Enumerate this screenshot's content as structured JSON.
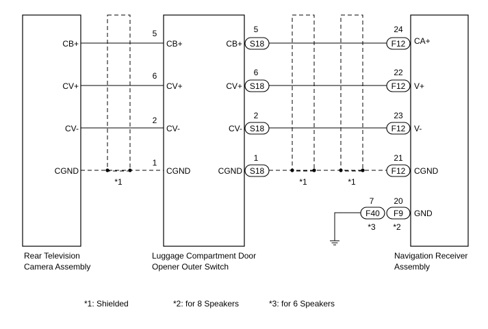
{
  "components": {
    "camera": {
      "line1": "Rear Television",
      "line2": "Camera Assembly",
      "pins": [
        "CB+",
        "CV+",
        "CV-",
        "CGND"
      ]
    },
    "switch": {
      "line1": "Luggage Compartment Door",
      "line2": "Opener Outer Switch",
      "pins_left": [
        "CB+",
        "CV+",
        "CV-",
        "CGND"
      ],
      "pins_right": [
        "CB+",
        "CV+",
        "CV-",
        "CGND"
      ]
    },
    "receiver": {
      "line1": "Navigation Receiver",
      "line2": "Assembly",
      "pins": [
        "CA+",
        "V+",
        "V-",
        "CGND",
        "GND"
      ]
    }
  },
  "wires_left": {
    "numbers": [
      "5",
      "6",
      "2",
      "1"
    ]
  },
  "connectors_s18": {
    "label": "S18",
    "numbers": [
      "5",
      "6",
      "2",
      "1"
    ]
  },
  "connectors_f12": {
    "label": "F12",
    "numbers": [
      "24",
      "22",
      "23",
      "21"
    ]
  },
  "connector_f9": {
    "label": "F9",
    "number": "20",
    "note": "*2"
  },
  "connector_f40": {
    "label": "F40",
    "number": "7",
    "note": "*3"
  },
  "shield_marks": [
    "*1",
    "*1",
    "*1"
  ],
  "legend": {
    "shielded": "*1: Shielded",
    "eight": "*2: for 8 Speakers",
    "six": "*3: for 6 Speakers"
  }
}
